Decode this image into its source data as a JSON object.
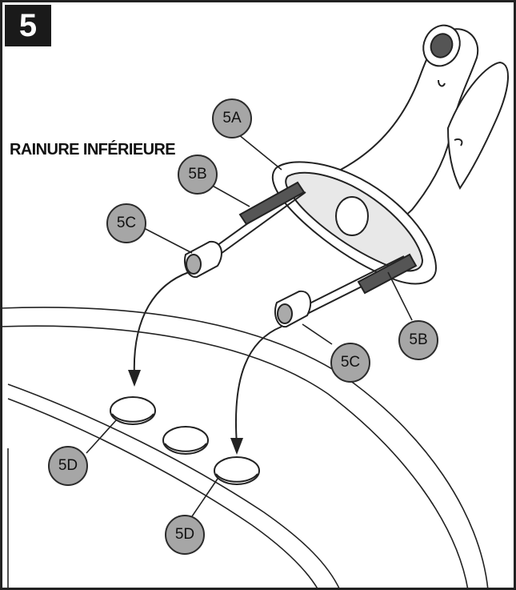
{
  "step": {
    "number": "5"
  },
  "label": {
    "groove": "RAINURE INFÉRIEURE"
  },
  "callouts": {
    "c5a": "5A",
    "c5b_left": "5B",
    "c5b_right": "5B",
    "c5c_left": "5C",
    "c5c_right": "5C",
    "c5d_left": "5D",
    "c5d_right": "5D"
  },
  "colors": {
    "callout_fill": "#a6a6a6",
    "badge_bg": "#1a1a1a",
    "line": "#1a1a1a"
  }
}
